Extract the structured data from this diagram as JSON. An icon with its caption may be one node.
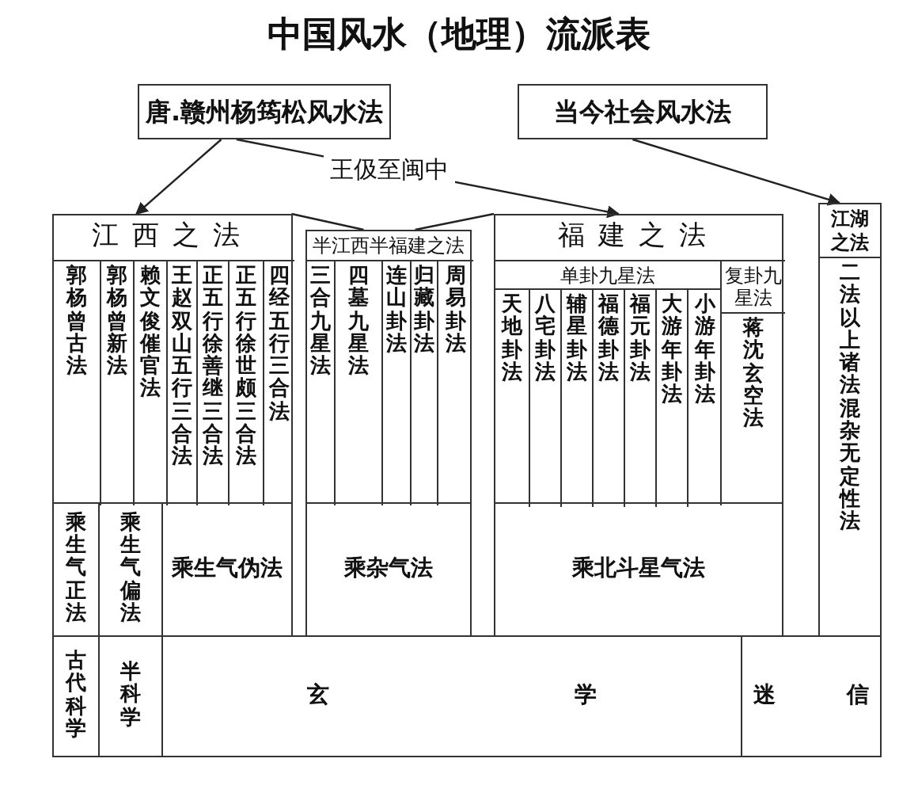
{
  "diagram": {
    "title": "中国风水（地理）流派表",
    "nodes": [
      {
        "text": [
          "唐.赣州杨筠松风水法"
        ]
      },
      {
        "text": [
          "当今社会风水法"
        ]
      },
      {
        "text": [
          "江西之法"
        ]
      },
      {
        "text": [
          "郭杨曾古法"
        ],
        "in": 2
      },
      {
        "text": [
          "郭杨曾新法"
        ],
        "in": 2
      },
      {
        "text": [
          "赖文俊催官法"
        ],
        "in": 2
      },
      {
        "text": [
          "王赵双山五行三合法"
        ],
        "in": 2
      },
      {
        "text": [
          "正五行徐善继三合法"
        ],
        "in": 2
      },
      {
        "text": [
          "正五行徐世颇三合法"
        ],
        "in": 2
      },
      {
        "text": [
          "四经五行三合法"
        ],
        "in": 2
      },
      {
        "text": [
          "半江西半福建之法"
        ]
      },
      {
        "text": [
          "三合九星法"
        ],
        "in": 10
      },
      {
        "text": [
          "四墓九星法"
        ],
        "in": 10
      },
      {
        "text": [
          "连山卦法"
        ],
        "in": 10
      },
      {
        "text": [
          "归藏卦法"
        ],
        "in": 10
      },
      {
        "text": [
          "周易卦法"
        ],
        "in": 10
      },
      {
        "text": [
          "福建之法"
        ]
      },
      {
        "text": [
          "单卦九星法"
        ],
        "in": 16
      },
      {
        "text": [
          "天地卦法"
        ],
        "in": 17
      },
      {
        "text": [
          "八宅卦法"
        ],
        "in": 17
      },
      {
        "text": [
          "辅星卦法"
        ],
        "in": 17
      },
      {
        "text": [
          "福德卦法"
        ],
        "in": 17
      },
      {
        "text": [
          "福元卦法"
        ],
        "in": 17
      },
      {
        "text": [
          "大游年卦法"
        ],
        "in": 17
      },
      {
        "text": [
          "小游年卦法"
        ],
        "in": 17
      },
      {
        "text": [
          "复卦九星法"
        ],
        "in": 16
      },
      {
        "text": [
          "蒋沈玄空法"
        ],
        "in": 25
      },
      {
        "text": [
          "江湖之法"
        ]
      },
      {
        "text": [
          "二法以上诸法混杂无定性法"
        ]
      },
      {
        "text": [
          "乘生气正法"
        ]
      },
      {
        "text": [
          "乘生气偏法"
        ]
      },
      {
        "text": [
          "乘生气伪法"
        ]
      },
      {
        "text": [
          "乘杂气法"
        ]
      },
      {
        "text": [
          "乘北斗星气法"
        ]
      },
      {
        "text": [
          "古代科学"
        ]
      },
      {
        "text": [
          "半科学"
        ]
      },
      {
        "text": [
          "玄 学"
        ]
      },
      {
        "text": [
          "迷 信"
        ]
      }
    ],
    "edges": [
      {
        "from": 0,
        "to": 2,
        "arrow": "to"
      },
      {
        "from": 0,
        "to": 16,
        "arrow": "to",
        "label": "王伋至闽中"
      },
      {
        "from": 1,
        "to": 27,
        "arrow": "to"
      },
      {
        "from": 2,
        "to": 10,
        "arrow": "none"
      },
      {
        "from": 16,
        "to": 10,
        "arrow": "none"
      }
    ]
  }
}
